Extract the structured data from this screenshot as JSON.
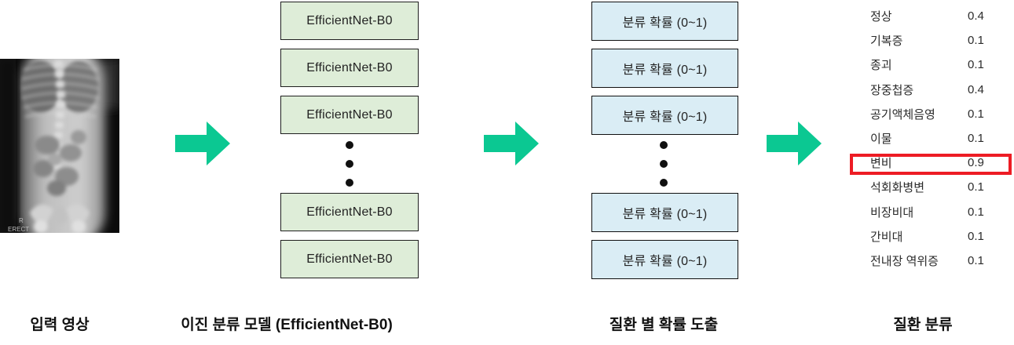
{
  "stages": [
    {
      "label": "입력 영상",
      "type": "xray-input",
      "xray_marker_side": "R",
      "xray_marker_position": "ERECT"
    },
    {
      "label": "이진 분류 모델 (EfficientNet-B0)",
      "box_label": "EfficientNet-B0",
      "visible_boxes": 5
    },
    {
      "label": "질환 별 확률 도출",
      "box_label": "분류 확률 (0~1)",
      "visible_boxes": 5
    },
    {
      "label": "질환 분류",
      "highlighted_row": "변비",
      "rows": [
        {
          "name": "정상",
          "value": "0.4"
        },
        {
          "name": "기복증",
          "value": "0.1"
        },
        {
          "name": "종괴",
          "value": "0.1"
        },
        {
          "name": "장중첩증",
          "value": "0.4"
        },
        {
          "name": "공기액체음영",
          "value": "0.1"
        },
        {
          "name": "이물",
          "value": "0.1"
        },
        {
          "name": "변비",
          "value": "0.9"
        },
        {
          "name": "석회화병변",
          "value": "0.1"
        },
        {
          "name": "비장비대",
          "value": "0.1"
        },
        {
          "name": "간비대",
          "value": "0.1"
        },
        {
          "name": "전내장 역위증",
          "value": "0.1"
        }
      ]
    }
  ],
  "colors": {
    "model_box_fill": "#deedd8",
    "prob_box_fill": "#daedf5",
    "arrow": "#0bc892",
    "highlight_border": "#ed1c24"
  }
}
